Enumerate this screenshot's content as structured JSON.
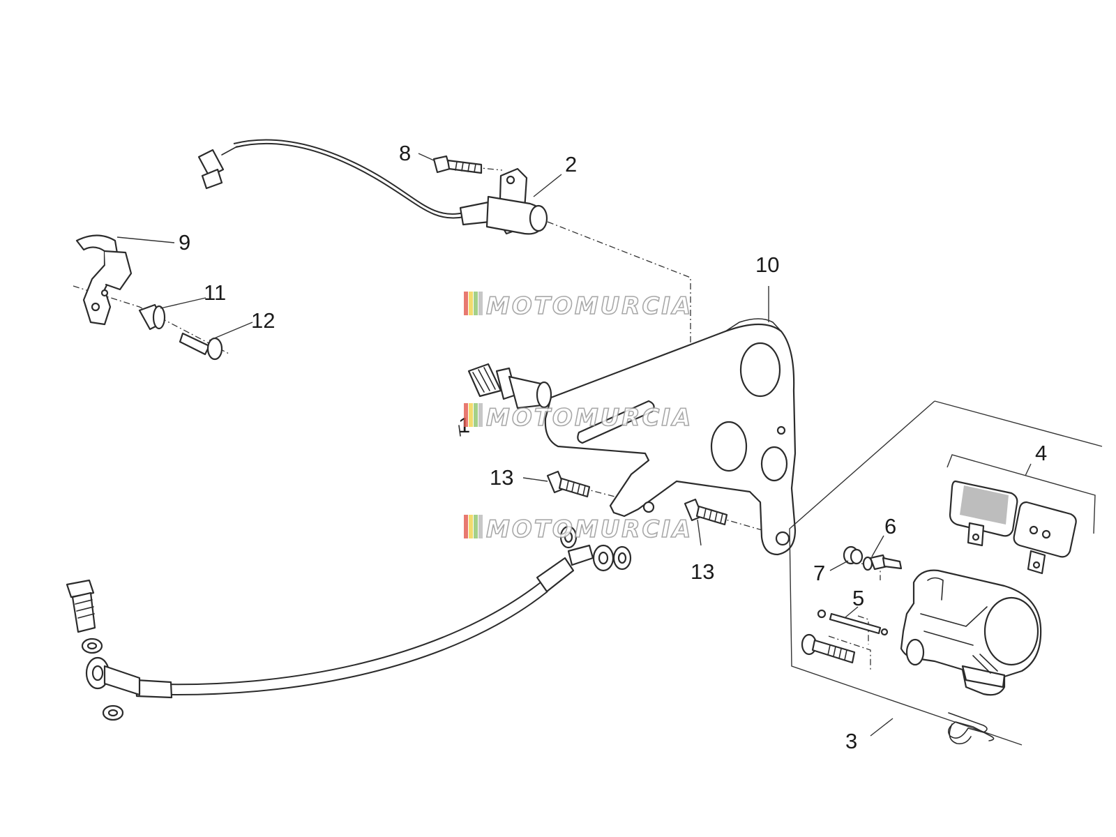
{
  "callouts": {
    "c1": "1",
    "c2": "2",
    "c3": "3",
    "c4": "4",
    "c5": "5",
    "c6": "6",
    "c7": "7",
    "c8": "8",
    "c9": "9",
    "c10": "10",
    "c11": "11",
    "c12": "12",
    "c13a": "13",
    "c13b": "13"
  },
  "watermark": {
    "text": "MOTOMURCIA",
    "stripe_colors": [
      "#e2574c",
      "#f0d24a",
      "#8fc46a",
      "#b9b9b9"
    ]
  }
}
